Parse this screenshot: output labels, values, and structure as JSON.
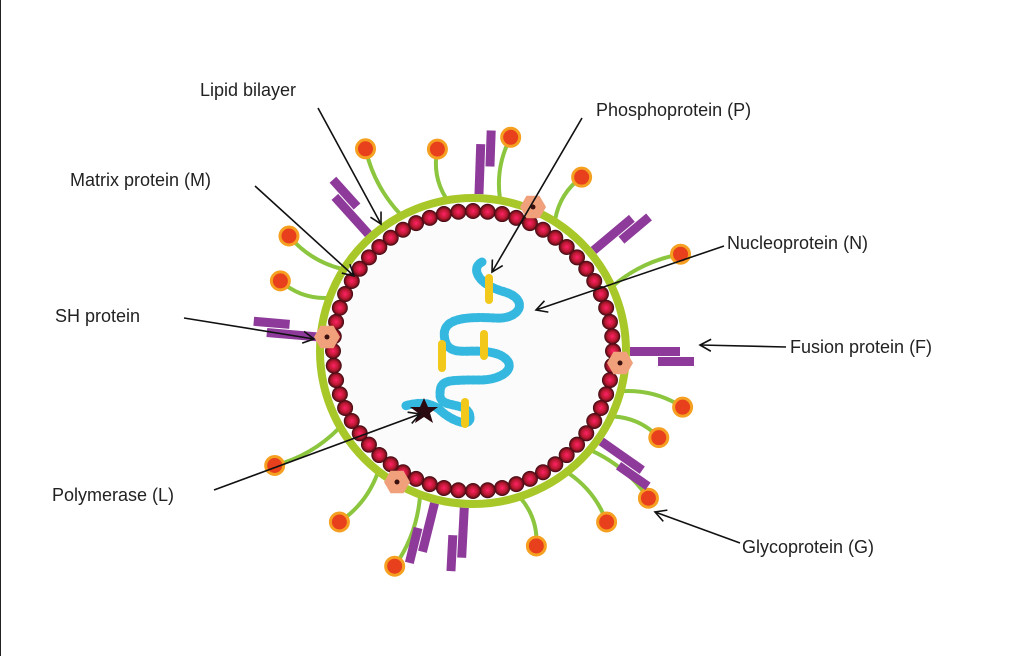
{
  "title": "Virus structure diagram",
  "labels": {
    "lipid_bilayer": "Lipid bilayer",
    "matrix_protein": "Matrix protein (M)",
    "phosphoprotein": "Phosphoprotein (P)",
    "nucleoprotein": "Nucleoprotein (N)",
    "sh_protein": "SH protein",
    "fusion_protein": "Fusion protein (F)",
    "polymerase": "Polymerase (L)",
    "glycoprotein": "Glycoprotein (G)"
  },
  "colors": {
    "envelope": "#a8c82a",
    "matrix": "#c8203a",
    "glycoprotein_stalk": "#8cc63f",
    "glycoprotein_head": "#e8401c",
    "fusion": "#8e3a9a",
    "sh": "#f0a07a",
    "nucleocapsid": "#35b8e0",
    "phospho": "#f2c81a",
    "polymerase": "#2a0a10"
  }
}
